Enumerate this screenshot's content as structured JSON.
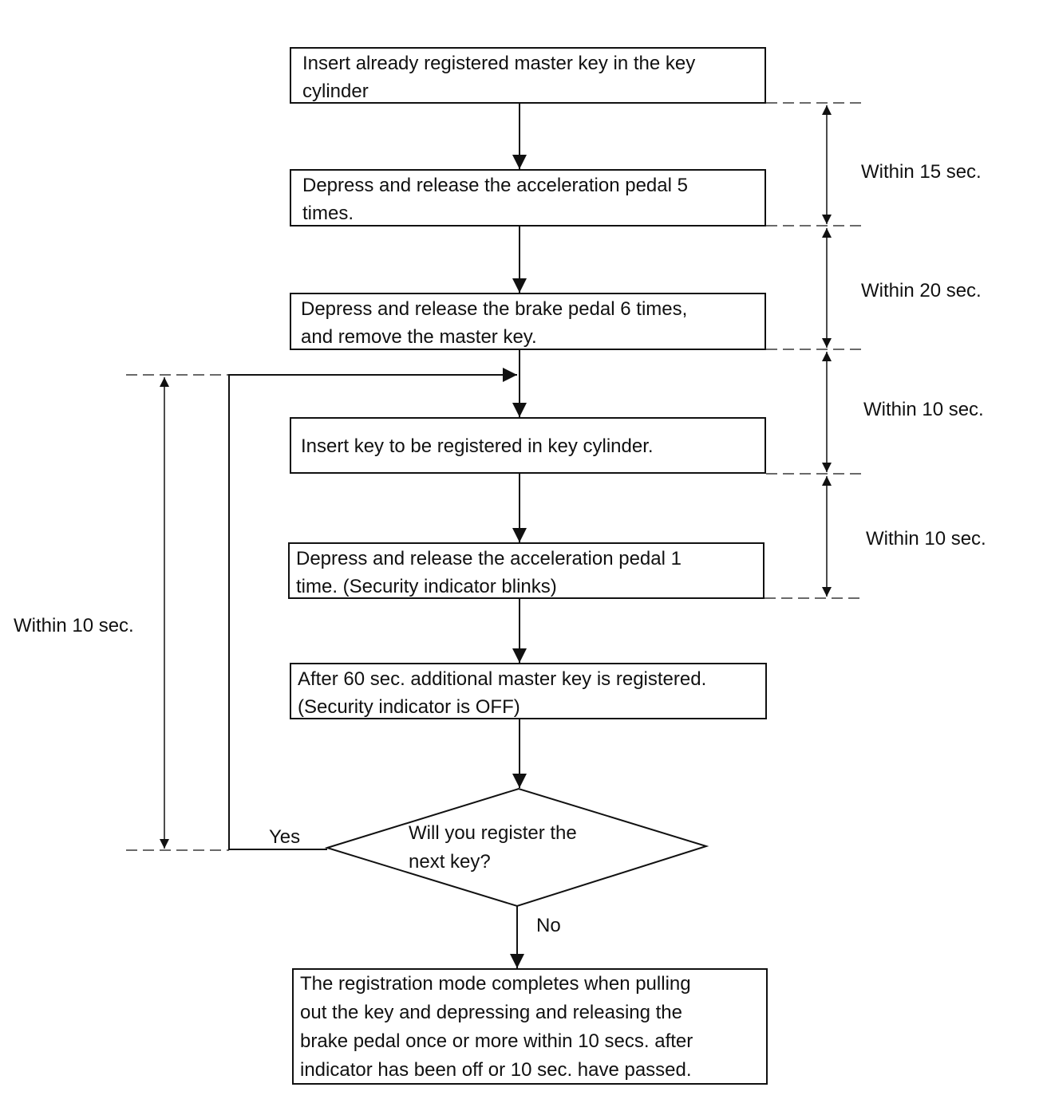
{
  "steps": {
    "insert_master": "Insert already registered master key in the key\ncylinder",
    "accel_5": "Depress and release the acceleration pedal 5\ntimes.",
    "brake_6": "Depress and release the brake pedal 6 times,\nand remove the master key.",
    "insert_new": "Insert key to be registered in key cylinder.",
    "accel_1": "Depress and release the acceleration pedal 1\ntime. (Security indicator blinks)",
    "after_60": "After 60 sec. additional master key is registered.\n(Security indicator is OFF)",
    "complete": "The registration mode completes when pulling\nout the key and depressing and releasing the\nbrake pedal once or more within 10 secs. after\nindicator has been off or 10 sec. have passed."
  },
  "decision": {
    "question": "Will you register the\nnext key?",
    "yes": "Yes",
    "no": "No"
  },
  "timings": {
    "t1": "Within 15 sec.",
    "t2": "Within 20 sec.",
    "t3": "Within 10 sec.",
    "t4": "Within 10 sec.",
    "loop": "Within 10 sec."
  }
}
